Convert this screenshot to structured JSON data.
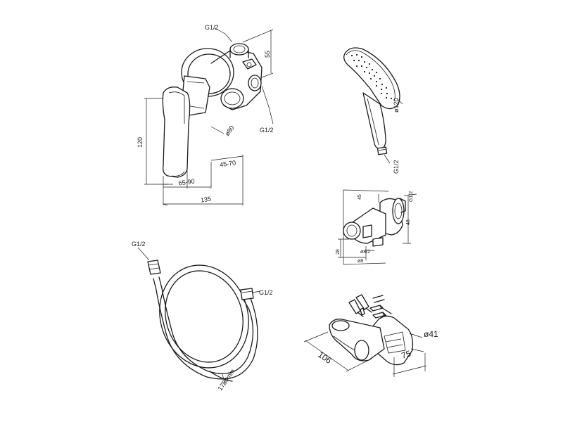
{
  "mixer": {
    "thread_top": "G1/2",
    "thread_right": "G1/2",
    "height_top": "55",
    "diameter": "ø80",
    "height": "120",
    "depth_range_left": "65-90",
    "depth_range_right": "45-70",
    "total_depth": "135"
  },
  "hand_shower": {
    "diameter": "ø120",
    "thread": "G1/2"
  },
  "wall_outlet": {
    "dim_top": "45",
    "thread": "G1/2",
    "height": "48",
    "offset": "28",
    "diameter_inner": "ø8/2",
    "diameter_base": "ø8"
  },
  "hose": {
    "thread_left": "G1/2",
    "thread_right": "G1/2",
    "length": "1750mm"
  },
  "holder": {
    "width": "106",
    "depth": "75",
    "diameter": "ø41"
  },
  "colors": {
    "line": "#1a1a1a",
    "background": "#ffffff"
  }
}
